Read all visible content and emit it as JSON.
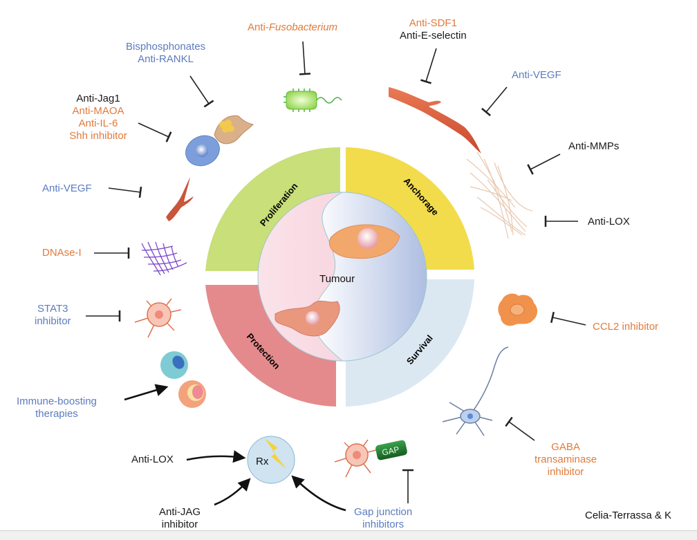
{
  "figure": {
    "center_label": "Tumour",
    "quadrants": [
      {
        "label": "Proliferation",
        "color": "#c8df7a"
      },
      {
        "label": "Anchorage",
        "color": "#f2dc4b"
      },
      {
        "label": "Protection",
        "color": "#e48a8c"
      },
      {
        "label": "Survival",
        "color": "#dbe8f2"
      }
    ],
    "credit": "Celia-Terrassa & K"
  },
  "therapies": {
    "anti_fusobacterium_prefix": "Anti-",
    "anti_fusobacterium_italic": "Fusobacterium",
    "bisphosphonates": [
      "Bisphosphonates",
      "Anti-RANKL"
    ],
    "jag_group": [
      {
        "text": "Anti-Jag1",
        "color": "black"
      },
      {
        "text": "Anti-MAOA",
        "color": "orange"
      },
      {
        "text": "Anti-IL-6",
        "color": "orange"
      },
      {
        "text": "Shh inhibitor",
        "color": "orange"
      }
    ],
    "anti_sdf1": "Anti-SDF1",
    "anti_e_selectin": "Anti-E-selectin",
    "anti_vegf_right": "Anti-VEGF",
    "anti_mmps": "Anti-MMPs",
    "anti_lox_right": "Anti-LOX",
    "anti_vegf_left": "Anti-VEGF",
    "dnase": "DNAse-I",
    "stat3": [
      "STAT3",
      "inhibitor"
    ],
    "immune": [
      "Immune-boosting",
      "therapies"
    ],
    "ccl2": "CCL2 inhibitor",
    "gaba": [
      "GABA",
      "transaminase",
      "inhibitor"
    ],
    "anti_lox_bottom": "Anti-LOX",
    "anti_jag": [
      "Anti-JAG",
      "inhibitor"
    ],
    "gap_junction": [
      "Gap junction",
      "inhibitors"
    ],
    "rx_label": "Rx",
    "gap_label": "GAP"
  }
}
